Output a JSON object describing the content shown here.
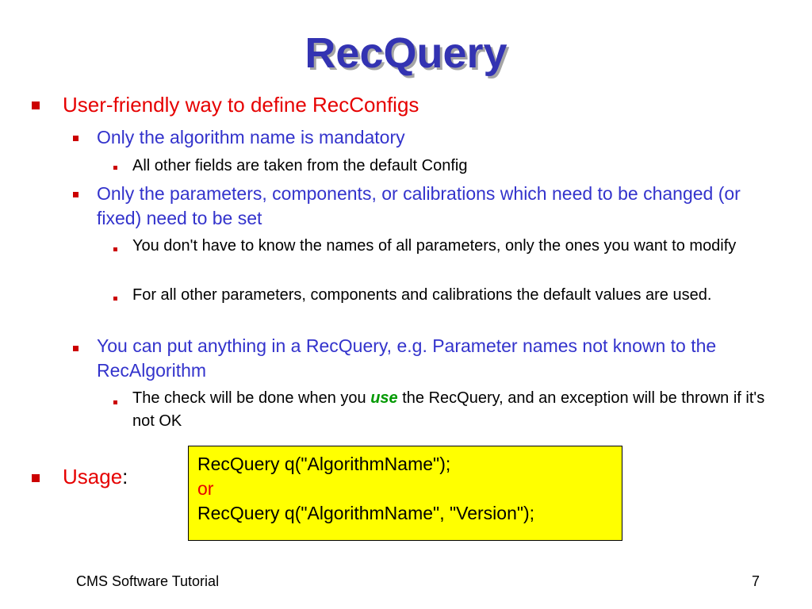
{
  "slide": {
    "title": "RecQuery",
    "item1": {
      "text": "User-friendly way to define RecConfigs",
      "sub1": {
        "text": "Only the algorithm name is mandatory",
        "sub1": {
          "text": "All other fields are taken from the default Config"
        }
      },
      "sub2": {
        "text": "Only the parameters, components, or calibrations which need to be changed (or fixed) need to be set",
        "sub1": {
          "text": "You don't have to know the names of all parameters, only the ones you want to modify"
        },
        "sub2": {
          "text": "For all other parameters, components and calibrations the default values are used."
        }
      },
      "sub3": {
        "text": "You can put anything in a RecQuery, e.g. Parameter names not known to the RecAlgorithm",
        "sub1": {
          "before": "The check will be done when you",
          "emphasis": "use",
          "after": "the RecQuery, and an exception will be thrown if it's not OK"
        }
      }
    },
    "usage": {
      "label": "Usage",
      "colon": ":",
      "code_line1": "RecQuery q(\"AlgorithmName\");",
      "or": "or",
      "code_line2": "RecQuery q(\"AlgorithmName\", \"Version\");"
    },
    "footer": {
      "left": "CMS Software Tutorial",
      "page_number": "7"
    },
    "colors": {
      "title": "#3333b2",
      "level1": "#e60000",
      "level2": "#3333cc",
      "bullet": "#cc0000",
      "emphasis": "#009900",
      "code_box": "#ffff00"
    }
  }
}
